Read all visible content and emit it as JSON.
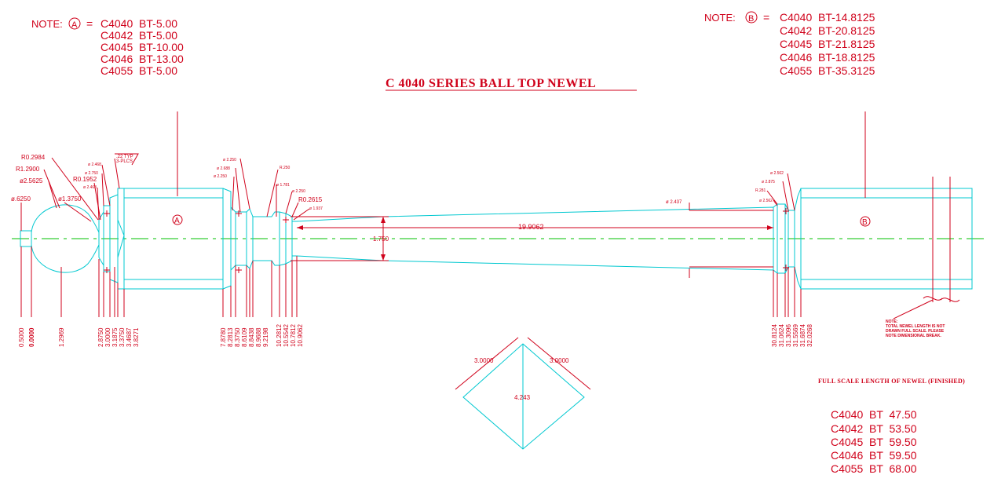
{
  "title": "C 4040 SERIES BALL TOP NEWEL",
  "note_a": {
    "label": "NOTE:",
    "symbol": "A",
    "eq": "=",
    "rows": [
      "C4040  BT-5.00",
      "C4042  BT-5.00",
      "C4045  BT-10.00",
      "C4046  BT-13.00",
      "C4055  BT-5.00"
    ]
  },
  "note_b": {
    "label": "NOTE:",
    "symbol": "B",
    "eq": "=",
    "rows": [
      "C4040  BT-14.8125",
      "C4042  BT-20.8125",
      "C4045  BT-21.8125",
      "C4046  BT-18.8125",
      "C4055  BT-35.3125"
    ]
  },
  "radius_labels": {
    "r1": "R0.2984",
    "r2": "R1.2900",
    "r3": "R0.1952",
    "r4": "R.250",
    "r5": "R0.2615",
    "r6": "R.281"
  },
  "diameter_labels": {
    "d1": "ø2.5625",
    "d2": "ø1.3750",
    "d3": "ø.6250",
    "d4": "ø 2.468",
    "d5": "ø 2.750",
    "d6": "ø 2.468",
    "d7": "ø 2.250",
    "d8": "ø 2.688",
    "d9": "ø 2.250",
    "d10": "ø 1.781",
    "d11": "ø 2.250",
    "d12": "ø 1.937",
    "d13": "ø 2.437",
    "d14": "ø 2.562",
    "d15": "ø 2.875",
    "d16": "ø 2.562"
  },
  "typ_label_1": ".22 TYP",
  "typ_label_2": "3-PLCS",
  "symbol_a_center": "A",
  "symbol_b_center": "B",
  "length_dim": "19.9062",
  "dia_dim": "1.750",
  "x_positions_left": [
    "0.5000",
    "0.0000",
    "1.2969"
  ],
  "x_positions_group1": [
    "2.8750",
    "3.0000",
    "3.1875",
    "3.3750",
    "3.4687",
    "3.8271"
  ],
  "x_positions_group2": [
    "7.8780",
    "8.2813",
    "8.3750",
    "8.6109",
    "8.8438",
    "8.9688",
    "9.2198",
    "10.2812",
    "10.5542",
    "10.7812",
    "10.9062"
  ],
  "x_positions_group3": [
    "30.8124",
    "31.0624",
    "31.3096",
    "31.5569",
    "31.6874",
    "32.0268"
  ],
  "diamond": {
    "left": "3.0000",
    "right": "3.0000",
    "center": "4.243"
  },
  "side_note": [
    "NOTE:",
    "TOTAL NEWEL LENGTH IS NOT",
    "DRAWN FULL SCALE. PLEASE",
    "NOTE DIMENSIONAL BREAK."
  ],
  "full_scale": {
    "heading": "FULL SCALE LENGTH OF NEWEL (FINISHED)",
    "rows": [
      "C4040  BT  47.50",
      "C4042  BT  53.50",
      "C4045  BT  59.50",
      "C4046  BT  59.50",
      "C4055  BT  68.00"
    ]
  }
}
